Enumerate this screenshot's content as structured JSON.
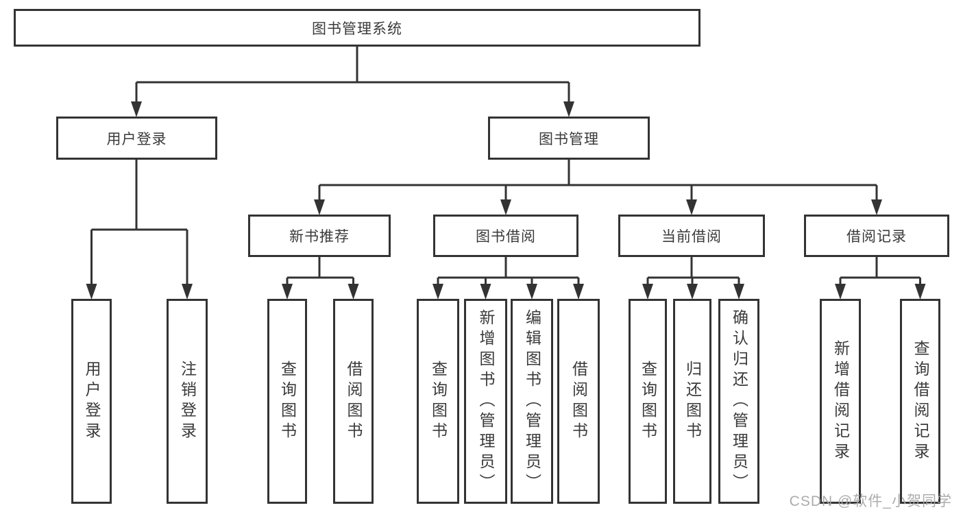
{
  "diagram": {
    "type": "hierarchy-tree",
    "title": "图书管理系统",
    "watermark": {
      "text": "CSDN @软件_小贺同学"
    },
    "colors": {
      "line": "#333333",
      "box_border": "#333333",
      "text": "#3a3a3a",
      "watermark": "#a5a5a5",
      "background": "#ffffff"
    }
  },
  "tree": {
    "root": {
      "label": "图书管理系统",
      "children": [
        {
          "label": "用户登录",
          "children": [
            {
              "label": "用户登录"
            },
            {
              "label": "注销登录"
            }
          ]
        },
        {
          "label": "图书管理",
          "children": [
            {
              "label": "新书推荐",
              "children": [
                {
                  "label": "查询图书"
                },
                {
                  "label": "借阅图书"
                }
              ]
            },
            {
              "label": "图书借阅",
              "children": [
                {
                  "label": "查询图书"
                },
                {
                  "label": "新增图书（管理员）"
                },
                {
                  "label": "编辑图书（管理员）"
                },
                {
                  "label": "借阅图书"
                }
              ]
            },
            {
              "label": "当前借阅",
              "children": [
                {
                  "label": "查询图书"
                },
                {
                  "label": "归还图书"
                },
                {
                  "label": "确认归还（管理员）"
                }
              ]
            },
            {
              "label": "借阅记录",
              "children": [
                {
                  "label": "新增借阅记录"
                },
                {
                  "label": "查询借阅记录"
                }
              ]
            }
          ]
        }
      ]
    }
  }
}
